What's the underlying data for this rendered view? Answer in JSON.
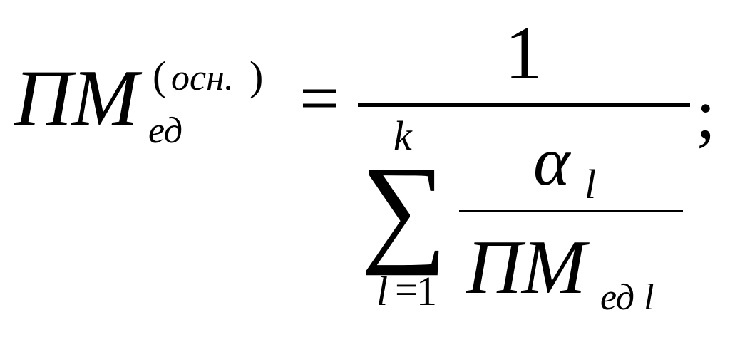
{
  "formula": {
    "lhs": {
      "base": "ПМ",
      "subscript": "ед",
      "superscript": {
        "open_paren": "(",
        "text": "осн.",
        "close_paren": ")"
      }
    },
    "equals": "=",
    "rhs": {
      "numerator": "1",
      "denominator": {
        "sum_symbol": "∑",
        "upper_limit": "k",
        "lower_limit_var": "l",
        "lower_limit_eq": "=",
        "lower_limit_val": "1",
        "term": {
          "numerator_symbol": "α",
          "numerator_subscript": "l",
          "denominator_base": "ПМ",
          "denominator_subscript": "ед l"
        }
      }
    },
    "terminator": ";"
  }
}
